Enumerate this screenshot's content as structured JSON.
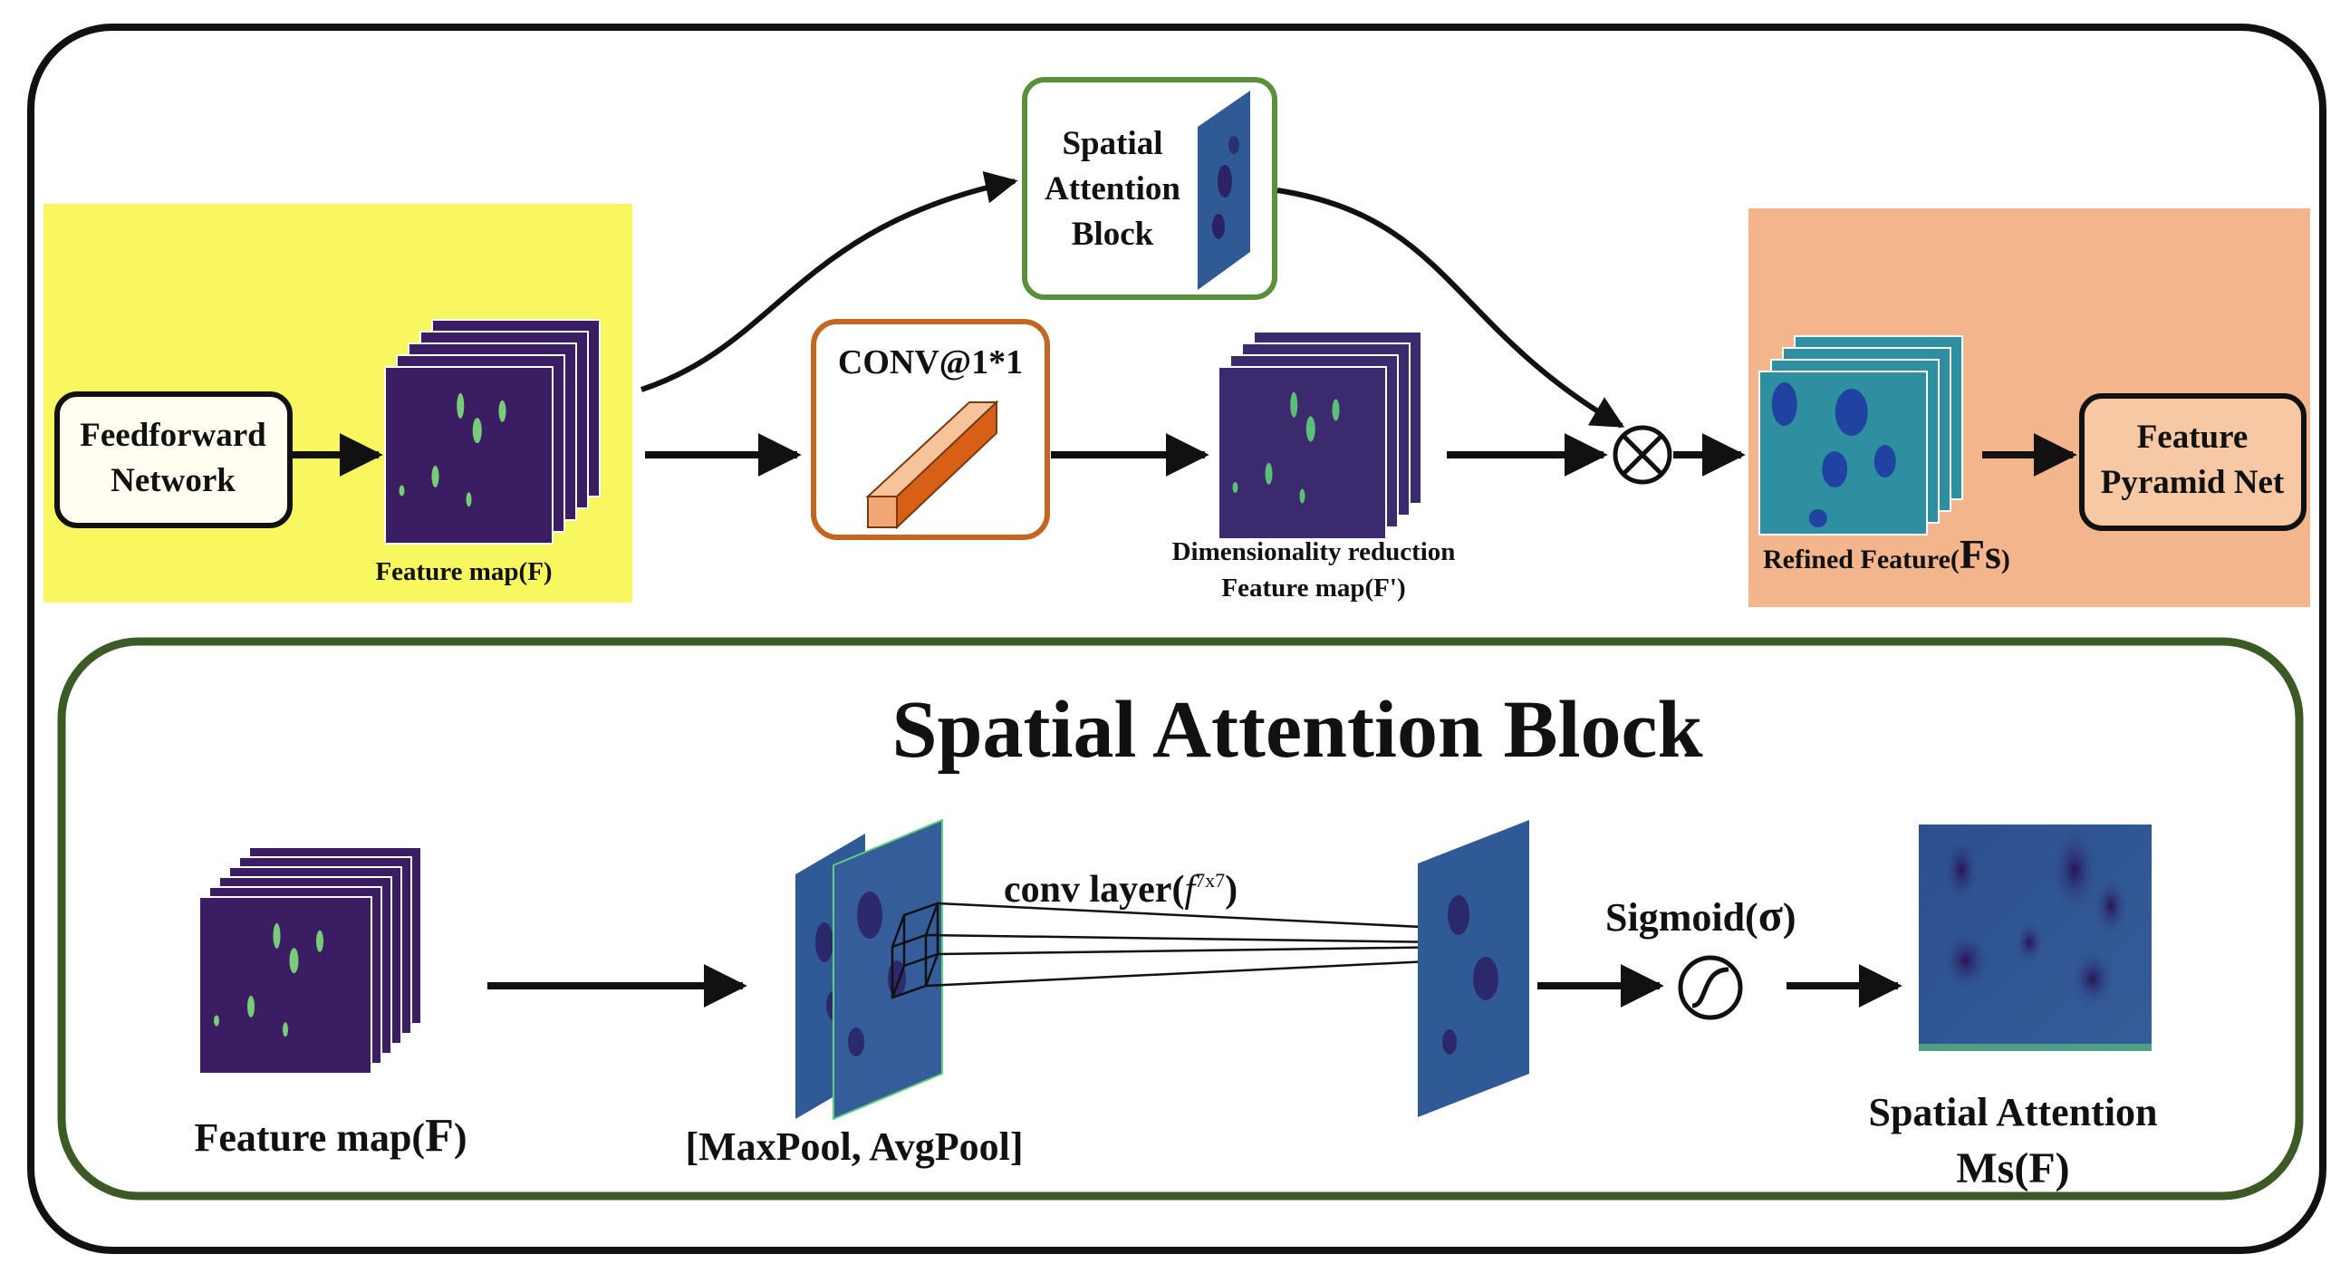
{
  "colors": {
    "frame": "#111111",
    "input_panel": "#f9f75f",
    "output_panel": "#f3b58b",
    "sab_box_border": "#5a8f3c",
    "conv_box_border": "#c56620",
    "bottom_panel_border": "#3c5a25",
    "feature_dark": "#3b1d63",
    "feature_mid": "#2f5a96",
    "feature_bright": "#5fcf7b",
    "cuboid_face": "#f3a774",
    "cuboid_side": "#d85f16"
  },
  "top": {
    "feedforward": [
      "Feedforward",
      "Network"
    ],
    "feature_map_label": "Feature map(F)",
    "conv_label": "CONV@1*1",
    "sab_label": [
      "Spatial",
      "Attention",
      "Block"
    ],
    "dim_reduction_label": [
      "Dimensionality reduction",
      "Feature map(F')"
    ],
    "multiply_symbol": "⊗",
    "refined_label": "Refined Feature(",
    "refined_symbol": "Fs",
    "refined_close": ")",
    "fpn": [
      "Feature",
      "Pyramid Net"
    ]
  },
  "bottom": {
    "title": "Spatial Attention Block",
    "feature_map_label": "Feature map(",
    "feature_map_symbol": "F",
    "feature_map_close": ")",
    "pool_label": "[MaxPool, AvgPool]",
    "conv_layer_label": "conv layer(",
    "conv_layer_func": "f",
    "conv_layer_sup": "7x7",
    "conv_layer_close": ")",
    "sigmoid_label": "Sigmoid(",
    "sigmoid_symbol": "σ",
    "sigmoid_close": ")",
    "output_label": [
      "Spatial Attention",
      "Ms(F)"
    ]
  }
}
